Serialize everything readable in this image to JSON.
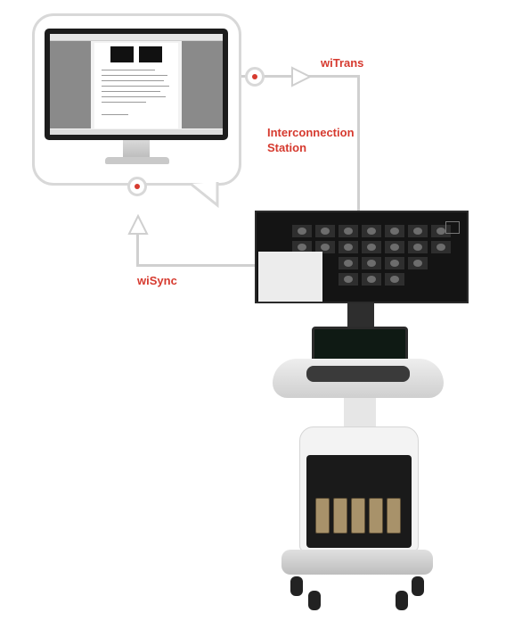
{
  "labels": {
    "witrans": "wiTrans",
    "interconnection_line1": "Interconnection",
    "interconnection_line2": "Station",
    "wisync": "wiSync"
  },
  "colors": {
    "accent_red": "#d63a2f",
    "connector_gray": "#d0d0d0",
    "background": "#ffffff"
  },
  "icons": [
    "desktop-monitor-icon",
    "ultrasound-system-icon",
    "arrow-right-icon",
    "arrow-up-icon",
    "connection-dot-icon"
  ]
}
